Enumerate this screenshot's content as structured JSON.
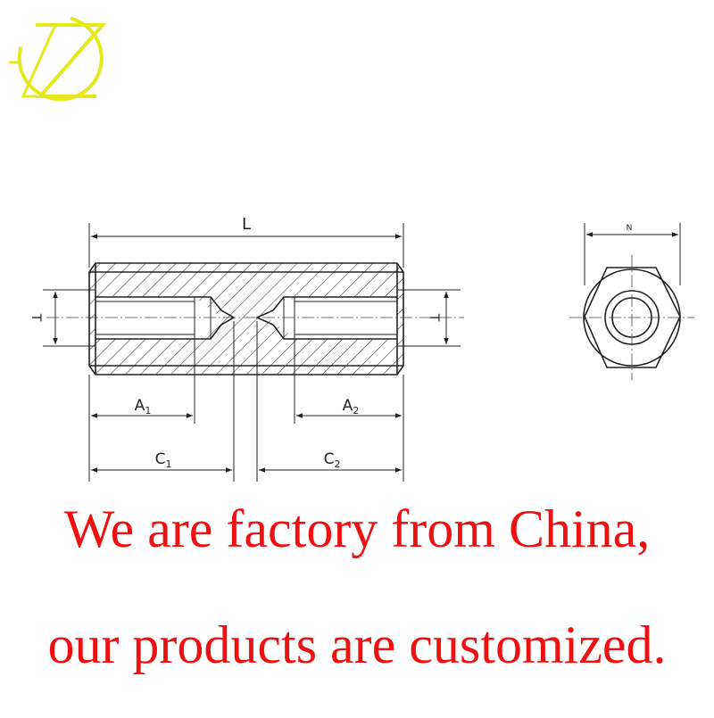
{
  "colors": {
    "logo": "#e6e81c",
    "caption": "#ee1111",
    "line": "#222222"
  },
  "logo": {
    "icon": "zj-logo-icon"
  },
  "drawing": {
    "side_view": {
      "length_label": "L",
      "thread_label_left": "T",
      "thread_label_right": "T",
      "a1_label": "A",
      "a1_sub": "1",
      "a2_label": "A",
      "a2_sub": "2",
      "c1_label": "C",
      "c1_sub": "1",
      "c2_label": "C",
      "c2_sub": "2"
    },
    "end_view": {
      "width_label": "N"
    }
  },
  "caption": {
    "line1": "We are factory from China,",
    "line2": "our products are customized."
  }
}
